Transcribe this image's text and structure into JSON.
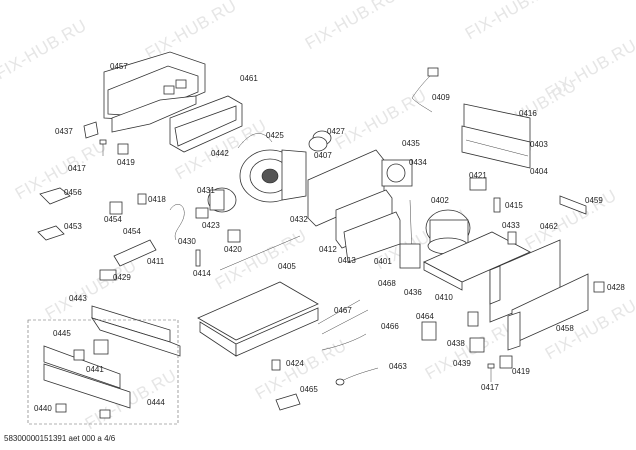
{
  "diagram": {
    "watermark_text": "FIX-HUB.RU",
    "footer_text": "58300000151391 aet 000 a 4/6",
    "part_labels": {
      "p0457": "0457",
      "p0461": "0461",
      "p0437": "0437",
      "p0425": "0425",
      "p0427": "0427",
      "p0409": "0409",
      "p0416": "0416",
      "p0403": "0403",
      "p0404": "0404",
      "p0435": "0435",
      "p0434": "0434",
      "p0442": "0442",
      "p0407": "0407",
      "p0417a": "0417",
      "p0419a": "0419",
      "p0421": "0421",
      "p0456": "0456",
      "p0418": "0418",
      "p0431": "0431",
      "p0402": "0402",
      "p0415": "0415",
      "p0459": "0459",
      "p0454": "0454",
      "p0423": "0423",
      "p0432": "0432",
      "p0433": "0433",
      "p0453": "0453",
      "p0430": "0430",
      "p0420": "0420",
      "p0412": "0412",
      "p0462": "0462",
      "p0429": "0429",
      "p0411": "0411",
      "p0414": "0414",
      "p0413": "0413",
      "p0401": "0401",
      "p0468": "0468",
      "p0436": "0436",
      "p0410": "0410",
      "p0428": "0428",
      "p0405": "0405",
      "p0443": "0443",
      "p0467": "0467",
      "p0464": "0464",
      "p0445": "0445",
      "p0466": "0466",
      "p0458": "0458",
      "p0438": "0438",
      "p0441": "0441",
      "p0424": "0424",
      "p0463": "0463",
      "p0439": "0439",
      "p0419b": "0419",
      "p0444": "0444",
      "p0465": "0465",
      "p0417b": "0417",
      "p0440": "0440"
    }
  }
}
